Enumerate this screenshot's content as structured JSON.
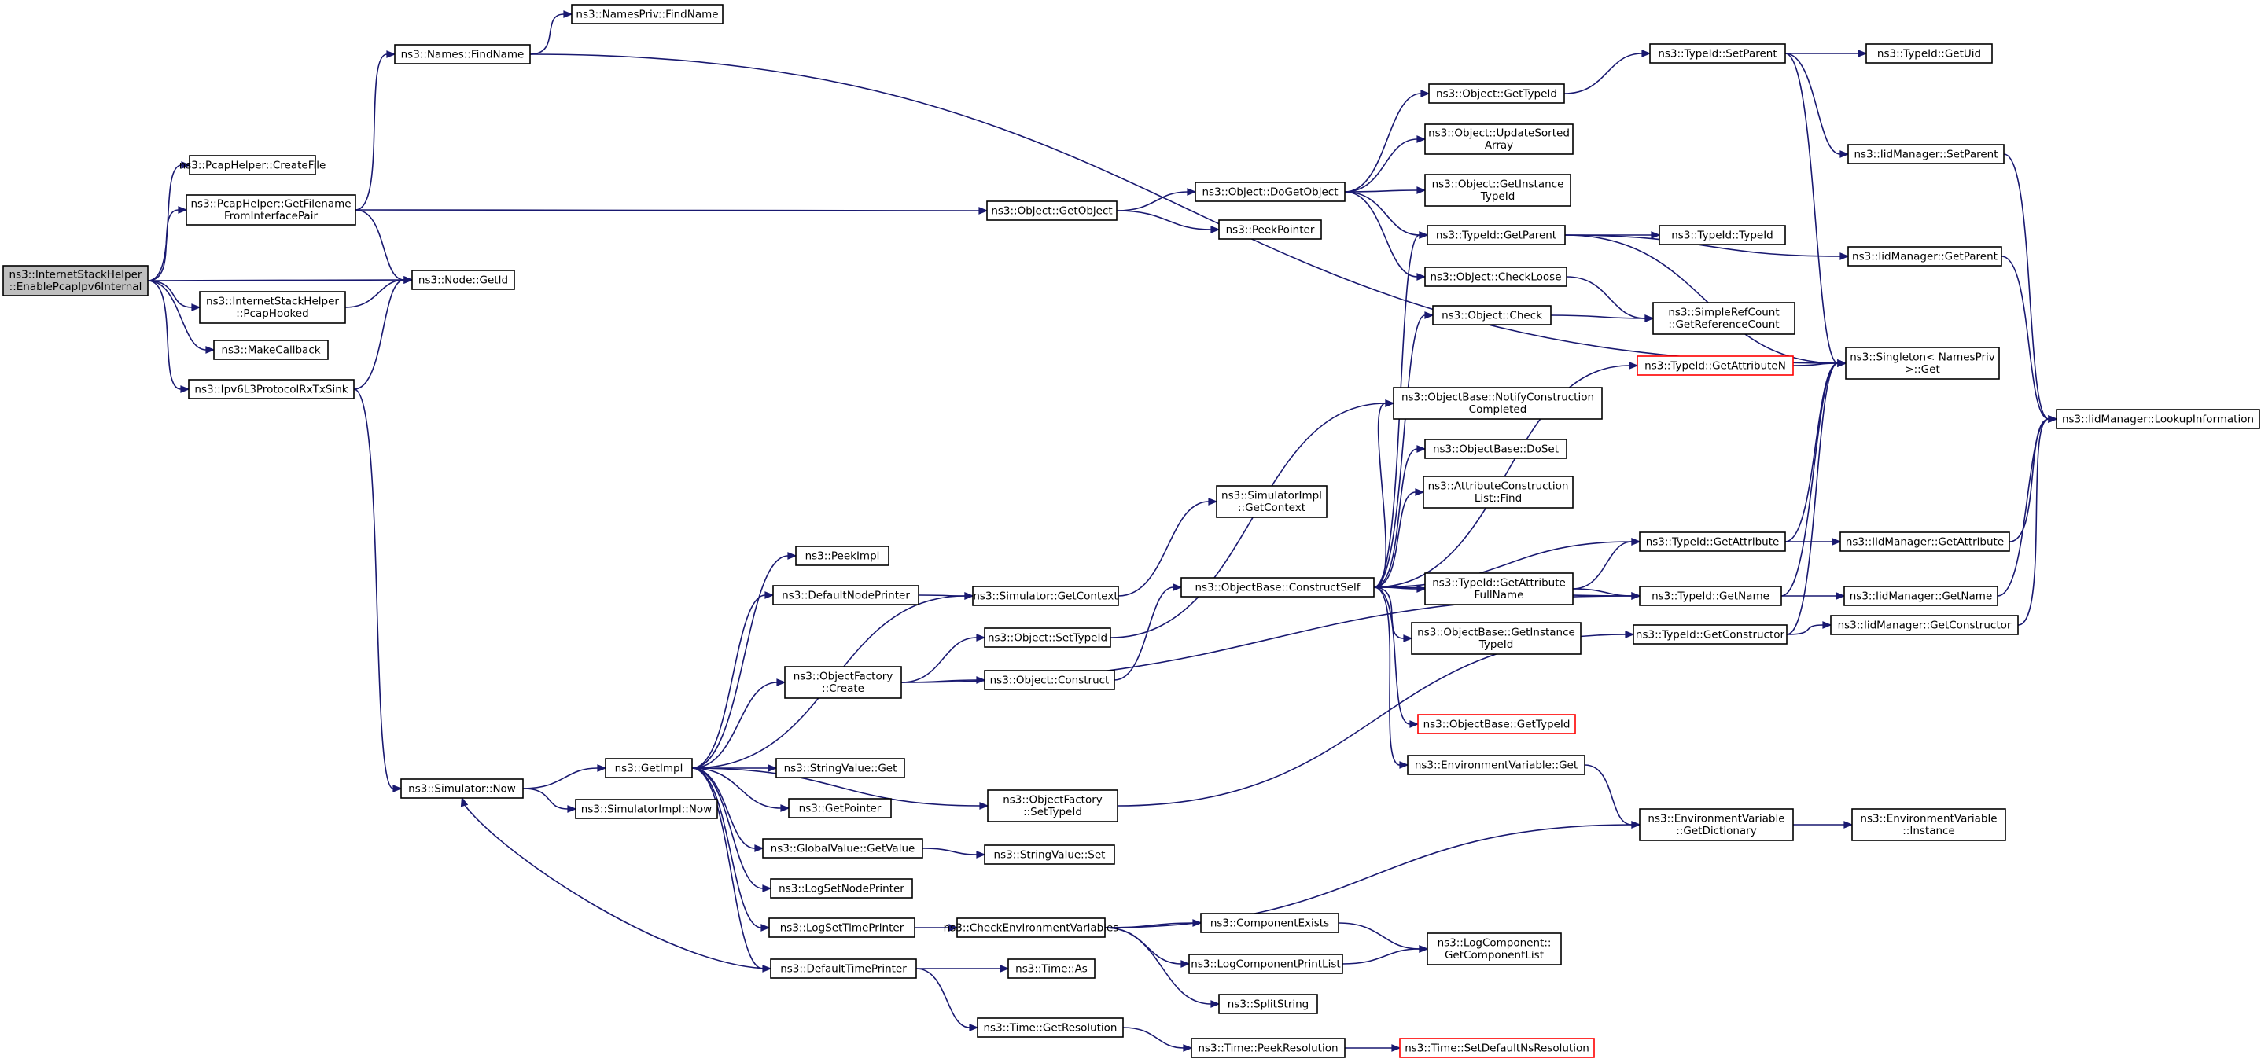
{
  "graph": {
    "colors": {
      "edge": "#191970",
      "root_fill": "#bfbfbf",
      "missing_border": "#ff0000",
      "node_border": "#000000"
    },
    "nodes": [
      {
        "id": "n0",
        "lines": [
          "ns3::InternetStackHelper",
          "::EnablePcapIpv6Internal"
        ],
        "root": true
      },
      {
        "id": "n1",
        "lines": [
          "ns3::PcapHelper::CreateFile"
        ]
      },
      {
        "id": "n2",
        "lines": [
          "ns3::PcapHelper::GetFilename",
          "FromInterfacePair"
        ]
      },
      {
        "id": "n3",
        "lines": [
          "ns3::Names::FindName"
        ]
      },
      {
        "id": "n4",
        "lines": [
          "ns3::NamesPriv::FindName"
        ]
      },
      {
        "id": "n5",
        "lines": [
          "ns3::Singleton< NamesPriv",
          ">::Get"
        ]
      },
      {
        "id": "n6",
        "lines": [
          "ns3::Node::GetId"
        ]
      },
      {
        "id": "n7",
        "lines": [
          "ns3::Object::GetObject"
        ]
      },
      {
        "id": "n8",
        "lines": [
          "ns3::Object::DoGetObject"
        ]
      },
      {
        "id": "n9",
        "lines": [
          "ns3::PeekPointer"
        ]
      },
      {
        "id": "n10",
        "lines": [
          "ns3::Object::GetTypeId"
        ]
      },
      {
        "id": "n11",
        "lines": [
          "ns3::Object::UpdateSorted",
          "Array"
        ]
      },
      {
        "id": "n12",
        "lines": [
          "ns3::Object::GetInstance",
          "TypeId"
        ]
      },
      {
        "id": "n13",
        "lines": [
          "ns3::TypeId::GetParent"
        ]
      },
      {
        "id": "n14",
        "lines": [
          "ns3::Object::CheckLoose"
        ]
      },
      {
        "id": "n15",
        "lines": [
          "ns3::TypeId::SetParent"
        ]
      },
      {
        "id": "n16",
        "lines": [
          "ns3::TypeId::GetUid"
        ]
      },
      {
        "id": "n17",
        "lines": [
          "ns3::IidManager::SetParent"
        ]
      },
      {
        "id": "n18",
        "lines": [
          "ns3::IidManager::GetParent"
        ]
      },
      {
        "id": "n19",
        "lines": [
          "ns3::IidManager::LookupInformation"
        ]
      },
      {
        "id": "n20",
        "lines": [
          "ns3::TypeId::TypeId"
        ]
      },
      {
        "id": "n21",
        "lines": [
          "ns3::SimpleRefCount",
          "::GetReferenceCount"
        ]
      },
      {
        "id": "n22",
        "lines": [
          "ns3::InternetStackHelper",
          "::PcapHooked"
        ]
      },
      {
        "id": "n23",
        "lines": [
          "ns3::MakeCallback"
        ]
      },
      {
        "id": "n24",
        "lines": [
          "ns3::Ipv6L3ProtocolRxTxSink"
        ]
      },
      {
        "id": "n25",
        "lines": [
          "ns3::Simulator::Now"
        ]
      },
      {
        "id": "n26",
        "lines": [
          "ns3::GetImpl"
        ]
      },
      {
        "id": "n27",
        "lines": [
          "ns3::SimulatorImpl::Now"
        ]
      },
      {
        "id": "n28",
        "lines": [
          "ns3::PeekImpl"
        ]
      },
      {
        "id": "n29",
        "lines": [
          "ns3::DefaultNodePrinter"
        ]
      },
      {
        "id": "n30",
        "lines": [
          "ns3::Simulator::GetContext"
        ]
      },
      {
        "id": "n31",
        "lines": [
          "ns3::SimulatorImpl",
          "::GetContext"
        ]
      },
      {
        "id": "n32",
        "lines": [
          "ns3::ObjectFactory",
          "::Create"
        ]
      },
      {
        "id": "n33",
        "lines": [
          "ns3::Object::SetTypeId"
        ]
      },
      {
        "id": "n34",
        "lines": [
          "ns3::Object::Construct"
        ]
      },
      {
        "id": "n35",
        "lines": [
          "ns3::ObjectBase::ConstructSelf"
        ]
      },
      {
        "id": "n36",
        "lines": [
          "ns3::StringValue::Get"
        ]
      },
      {
        "id": "n37",
        "lines": [
          "ns3::GetPointer"
        ]
      },
      {
        "id": "n38",
        "lines": [
          "ns3::ObjectFactory",
          "::SetTypeId"
        ]
      },
      {
        "id": "n39",
        "lines": [
          "ns3::GlobalValue::GetValue"
        ]
      },
      {
        "id": "n40",
        "lines": [
          "ns3::StringValue::Set"
        ]
      },
      {
        "id": "n41",
        "lines": [
          "ns3::LogSetNodePrinter"
        ]
      },
      {
        "id": "n42",
        "lines": [
          "ns3::LogSetTimePrinter"
        ]
      },
      {
        "id": "n43",
        "lines": [
          "ns3::CheckEnvironmentVariables"
        ]
      },
      {
        "id": "n44",
        "lines": [
          "ns3::DefaultTimePrinter"
        ]
      },
      {
        "id": "n45",
        "lines": [
          "ns3::Time::As"
        ]
      },
      {
        "id": "n46",
        "lines": [
          "ns3::Time::GetResolution"
        ]
      },
      {
        "id": "n47",
        "lines": [
          "ns3::Time::PeekResolution"
        ]
      },
      {
        "id": "n48",
        "lines": [
          "ns3::Time::SetDefaultNsResolution"
        ],
        "missing": true
      },
      {
        "id": "n49",
        "lines": [
          "ns3::ComponentExists"
        ]
      },
      {
        "id": "n50",
        "lines": [
          "ns3::LogComponentPrintList"
        ]
      },
      {
        "id": "n51",
        "lines": [
          "ns3::LogComponent::",
          "GetComponentList"
        ]
      },
      {
        "id": "n52",
        "lines": [
          "ns3::SplitString"
        ]
      },
      {
        "id": "n53",
        "lines": [
          "ns3::EnvironmentVariable",
          "::GetDictionary"
        ]
      },
      {
        "id": "n54",
        "lines": [
          "ns3::EnvironmentVariable",
          "::Instance"
        ]
      },
      {
        "id": "n55",
        "lines": [
          "ns3::EnvironmentVariable::Get"
        ]
      },
      {
        "id": "n56",
        "lines": [
          "ns3::Object::Check"
        ]
      },
      {
        "id": "n57",
        "lines": [
          "ns3::TypeId::GetAttributeN"
        ],
        "missing": true
      },
      {
        "id": "n58",
        "lines": [
          "ns3::ObjectBase::NotifyConstruction",
          "Completed"
        ]
      },
      {
        "id": "n59",
        "lines": [
          "ns3::ObjectBase::DoSet"
        ]
      },
      {
        "id": "n60",
        "lines": [
          "ns3::AttributeConstruction",
          "List::Find"
        ]
      },
      {
        "id": "n61",
        "lines": [
          "ns3::TypeId::GetAttribute",
          "FullName"
        ]
      },
      {
        "id": "n62",
        "lines": [
          "ns3::ObjectBase::GetInstance",
          "TypeId"
        ]
      },
      {
        "id": "n63",
        "lines": [
          "ns3::ObjectBase::GetTypeId"
        ],
        "missing": true
      },
      {
        "id": "n64",
        "lines": [
          "ns3::TypeId::GetAttribute"
        ]
      },
      {
        "id": "n65",
        "lines": [
          "ns3::TypeId::GetName"
        ]
      },
      {
        "id": "n66",
        "lines": [
          "ns3::TypeId::GetConstructor"
        ]
      },
      {
        "id": "n67",
        "lines": [
          "ns3::IidManager::GetAttribute"
        ]
      },
      {
        "id": "n68",
        "lines": [
          "ns3::IidManager::GetName"
        ]
      },
      {
        "id": "n69",
        "lines": [
          "ns3::IidManager::GetConstructor"
        ]
      }
    ],
    "edges": [
      [
        "n0",
        "n1"
      ],
      [
        "n0",
        "n2"
      ],
      [
        "n0",
        "n6"
      ],
      [
        "n0",
        "n22"
      ],
      [
        "n0",
        "n23"
      ],
      [
        "n0",
        "n24"
      ],
      [
        "n2",
        "n3"
      ],
      [
        "n2",
        "n6"
      ],
      [
        "n2",
        "n7"
      ],
      [
        "n3",
        "n4"
      ],
      [
        "n3",
        "n5"
      ],
      [
        "n7",
        "n8"
      ],
      [
        "n7",
        "n9"
      ],
      [
        "n8",
        "n10"
      ],
      [
        "n8",
        "n11"
      ],
      [
        "n8",
        "n12"
      ],
      [
        "n8",
        "n13"
      ],
      [
        "n8",
        "n14"
      ],
      [
        "n10",
        "n15"
      ],
      [
        "n15",
        "n16"
      ],
      [
        "n15",
        "n17"
      ],
      [
        "n15",
        "n5"
      ],
      [
        "n17",
        "n19"
      ],
      [
        "n18",
        "n19"
      ],
      [
        "n13",
        "n20"
      ],
      [
        "n13",
        "n18"
      ],
      [
        "n13",
        "n5"
      ],
      [
        "n14",
        "n21"
      ],
      [
        "n56",
        "n21"
      ],
      [
        "n22",
        "n6"
      ],
      [
        "n24",
        "n6"
      ],
      [
        "n24",
        "n25"
      ],
      [
        "n25",
        "n26"
      ],
      [
        "n25",
        "n27"
      ],
      [
        "n26",
        "n28"
      ],
      [
        "n26",
        "n29"
      ],
      [
        "n26",
        "n30"
      ],
      [
        "n26",
        "n32"
      ],
      [
        "n26",
        "n36"
      ],
      [
        "n26",
        "n37"
      ],
      [
        "n26",
        "n38"
      ],
      [
        "n26",
        "n39"
      ],
      [
        "n26",
        "n41"
      ],
      [
        "n26",
        "n42"
      ],
      [
        "n26",
        "n44"
      ],
      [
        "n29",
        "n30"
      ],
      [
        "n30",
        "n31"
      ],
      [
        "n32",
        "n33"
      ],
      [
        "n32",
        "n34"
      ],
      [
        "n32",
        "n65"
      ],
      [
        "n33",
        "n58"
      ],
      [
        "n34",
        "n35"
      ],
      [
        "n35",
        "n13"
      ],
      [
        "n35",
        "n56"
      ],
      [
        "n35",
        "n57"
      ],
      [
        "n35",
        "n58"
      ],
      [
        "n35",
        "n59"
      ],
      [
        "n35",
        "n60"
      ],
      [
        "n35",
        "n61"
      ],
      [
        "n35",
        "n62"
      ],
      [
        "n35",
        "n63"
      ],
      [
        "n35",
        "n55"
      ],
      [
        "n35",
        "n64"
      ],
      [
        "n35",
        "n65"
      ],
      [
        "n38",
        "n66"
      ],
      [
        "n39",
        "n40"
      ],
      [
        "n42",
        "n43"
      ],
      [
        "n43",
        "n49"
      ],
      [
        "n43",
        "n50"
      ],
      [
        "n43",
        "n52"
      ],
      [
        "n43",
        "n53"
      ],
      [
        "n44",
        "n45"
      ],
      [
        "n44",
        "n46"
      ],
      [
        "n44",
        "n25"
      ],
      [
        "n46",
        "n47"
      ],
      [
        "n47",
        "n48"
      ],
      [
        "n49",
        "n51"
      ],
      [
        "n50",
        "n51"
      ],
      [
        "n53",
        "n54"
      ],
      [
        "n55",
        "n53"
      ],
      [
        "n57",
        "n5"
      ],
      [
        "n61",
        "n64"
      ],
      [
        "n61",
        "n65"
      ],
      [
        "n64",
        "n67"
      ],
      [
        "n64",
        "n5"
      ],
      [
        "n65",
        "n68"
      ],
      [
        "n65",
        "n5"
      ],
      [
        "n66",
        "n69"
      ],
      [
        "n66",
        "n5"
      ],
      [
        "n67",
        "n19"
      ],
      [
        "n68",
        "n19"
      ],
      [
        "n69",
        "n19"
      ]
    ]
  }
}
